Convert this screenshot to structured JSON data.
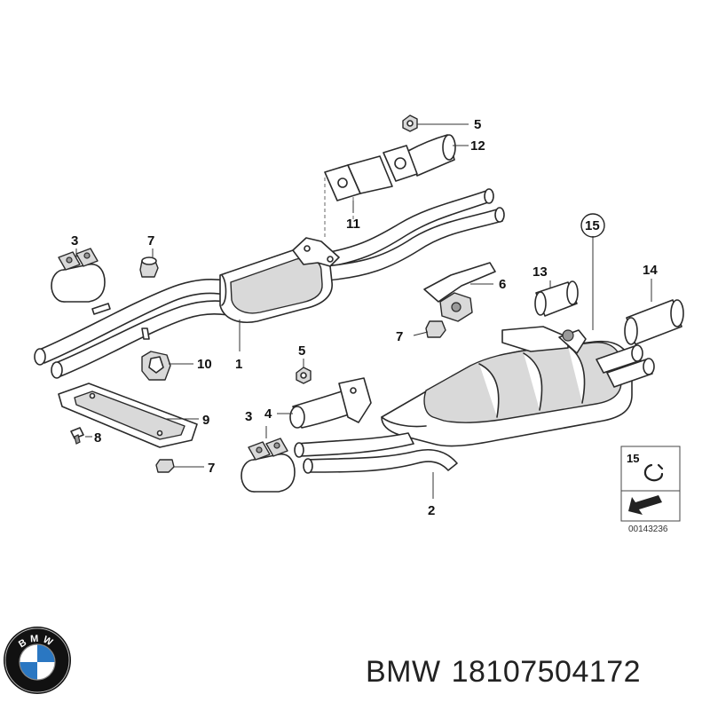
{
  "callouts": {
    "c1": "1",
    "c2": "2",
    "c3a": "3",
    "c3b": "3",
    "c4": "4",
    "c5a": "5",
    "c5b": "5",
    "c6": "6",
    "c7a": "7",
    "c7b": "7",
    "c7c": "7",
    "c8": "8",
    "c9": "9",
    "c10": "10",
    "c11": "11",
    "c12": "12",
    "c13": "13",
    "c14": "14",
    "c15": "15",
    "c15_inset": "15"
  },
  "inset": {
    "reference_number": "00143236"
  },
  "caption": {
    "brand": "BMW",
    "part_number": "18107504172"
  },
  "logo": {
    "icon": "bmw-roundel-icon",
    "lettering": "BMW"
  }
}
